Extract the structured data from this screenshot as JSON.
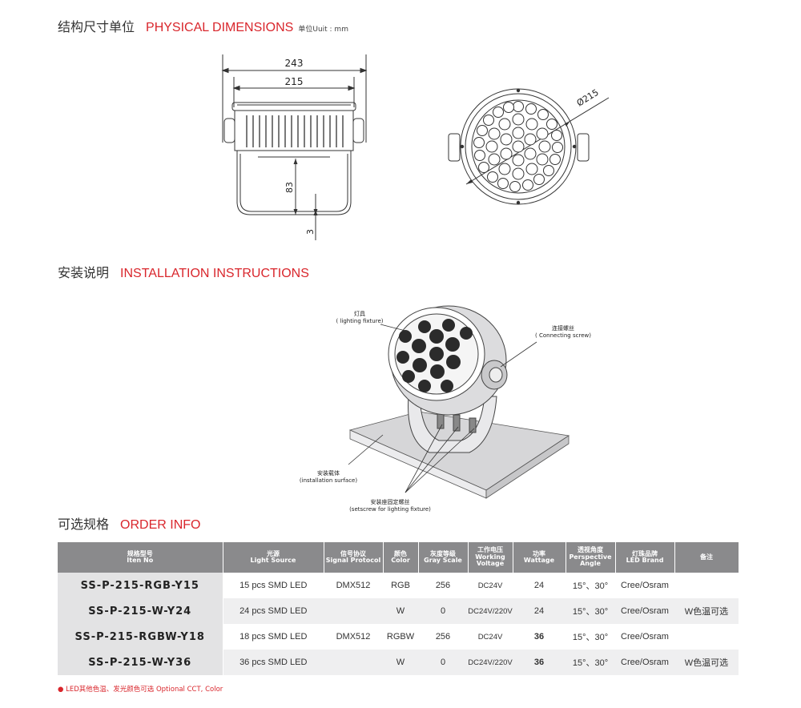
{
  "sections": {
    "dimensions": {
      "cn": "结构尺寸单位",
      "en": "PHYSICAL DIMENSIONS",
      "unit": "单位Uuit : mm"
    },
    "installation": {
      "cn": "安装说明",
      "en": "INSTALLATION INSTRUCTIONS"
    },
    "order": {
      "cn": "可选规格",
      "en": "ORDER INFO"
    }
  },
  "dimensions": {
    "overall_width": "243",
    "inner_width": "215",
    "height": "83",
    "base": "3",
    "diameter": "Ø215"
  },
  "installation_labels": {
    "fixture_cn": "灯具",
    "fixture_en": "( lighting fixture)",
    "screw_cn": "连接螺丝",
    "screw_en": "( Connecting screw)",
    "surface_cn": "安装载体",
    "surface_en": "(installation surface)",
    "setscrew_cn": "安装座固定螺丝",
    "setscrew_en": "(setscrew for lighting fixture)"
  },
  "table": {
    "headers": [
      {
        "cn": "规格型号",
        "en": "Iten No"
      },
      {
        "cn": "光源",
        "en": "Light Source"
      },
      {
        "cn": "信号协议",
        "en": "Signal Protocol"
      },
      {
        "cn": "颜色",
        "en": "Color"
      },
      {
        "cn": "灰度等级",
        "en": "Gray Scale"
      },
      {
        "cn": "工作电压",
        "en": "Working Voltage"
      },
      {
        "cn": "功率",
        "en": "Wattage"
      },
      {
        "cn": "透视角度",
        "en": "Perspective Angle"
      },
      {
        "cn": "灯珠品牌",
        "en": "LED Brand"
      },
      {
        "cn": "备注",
        "en": ""
      }
    ],
    "rows": [
      {
        "model": "SS-P-215-RGB-Y15",
        "source": "15 pcs SMD LED",
        "protocol": "DMX512",
        "color": "RGB",
        "gray": "256",
        "voltage": "DC24V",
        "wattage": "24",
        "angle": "15°、30°",
        "brand": "Cree/Osram",
        "note": ""
      },
      {
        "model": "SS-P-215-W-Y24",
        "source": "24 pcs SMD LED",
        "protocol": "",
        "color": "W",
        "gray": "0",
        "voltage": "DC24V/220V",
        "wattage": "24",
        "angle": "15°、30°",
        "brand": "Cree/Osram",
        "note": "W色温可选"
      },
      {
        "model": "SS-P-215-RGBW-Y18",
        "source": "18 pcs SMD LED",
        "protocol": "DMX512",
        "color": "RGBW",
        "gray": "256",
        "voltage": "DC24V",
        "wattage": "36",
        "angle": "15°、30°",
        "brand": "Cree/Osram",
        "note": ""
      },
      {
        "model": "SS-P-215-W-Y36",
        "source": "36 pcs SMD LED",
        "protocol": "",
        "color": "W",
        "gray": "0",
        "voltage": "DC24V/220V",
        "wattage": "36",
        "angle": "15°、30°",
        "brand": "Cree/Osram",
        "note": "W色温可选"
      }
    ]
  },
  "footnote": "● LED其他色温、发光颜色可选  Optional CCT, Color"
}
